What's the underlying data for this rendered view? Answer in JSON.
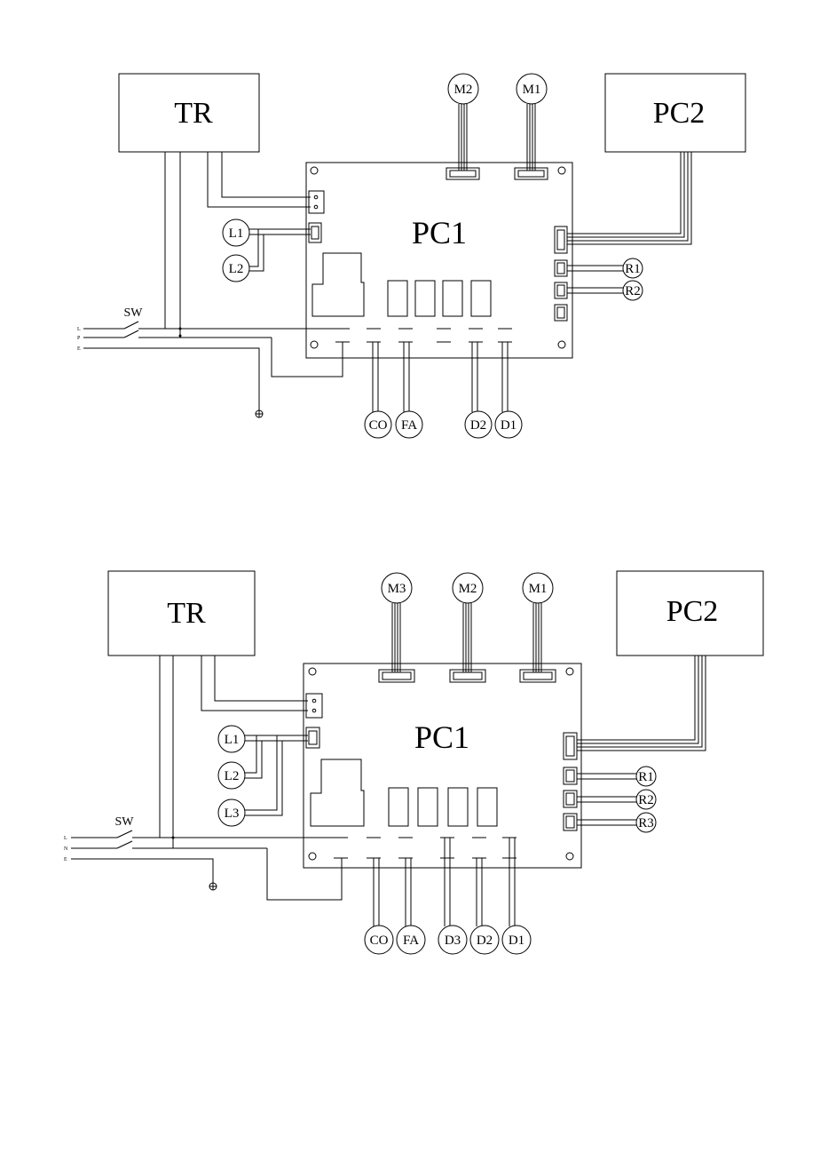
{
  "diagrams": [
    {
      "transformer_label": "TR",
      "main_board_label": "PC1",
      "second_board_label": "PC2",
      "switch_label": "SW",
      "line_labels": [
        "L",
        "P",
        "E"
      ],
      "motors": [
        "M2",
        "M1"
      ],
      "lamps": [
        "L1",
        "L2"
      ],
      "reed_sensors": [
        "R1",
        "R2"
      ],
      "outputs": [
        "CO",
        "FA",
        "D2",
        "D1"
      ]
    },
    {
      "transformer_label": "TR",
      "main_board_label": "PC1",
      "second_board_label": "PC2",
      "switch_label": "SW",
      "line_labels": [
        "L",
        "N",
        "E"
      ],
      "motors": [
        "M3",
        "M2",
        "M1"
      ],
      "lamps": [
        "L1",
        "L2",
        "L3"
      ],
      "reed_sensors": [
        "R1",
        "R2",
        "R3"
      ],
      "outputs": [
        "CO",
        "FA",
        "D3",
        "D2",
        "D1"
      ]
    }
  ]
}
